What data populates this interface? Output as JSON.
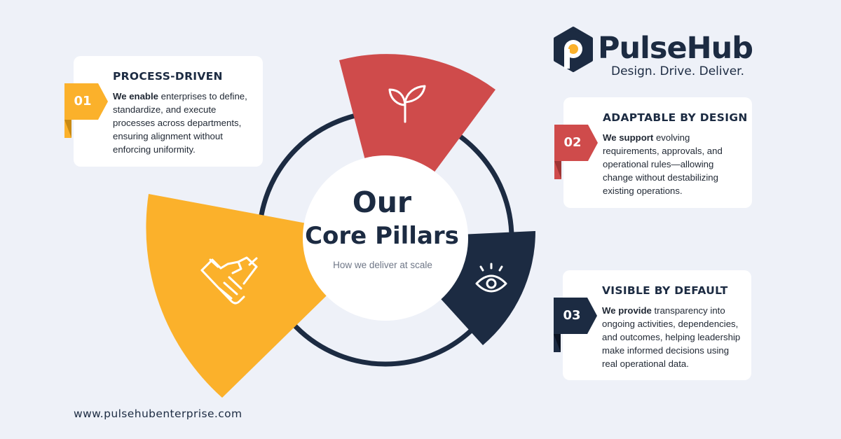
{
  "brand": {
    "name": "PulseHub",
    "tagline": "Design. Drive. Deliver.",
    "website": "www.pulsehubenterprise.com"
  },
  "center": {
    "title_line1": "Our",
    "title_line2": "Core Pillars",
    "subtitle": "How we deliver at scale"
  },
  "pillars": [
    {
      "number": "01",
      "title": "PROCESS-DRIVEN",
      "lead": "We enable",
      "body": " enterprises to define, standardize, and execute processes across departments, ensuring alignment without enforcing uniformity.",
      "color": "#fbb12b",
      "icon": "handshake-icon"
    },
    {
      "number": "02",
      "title": "ADAPTABLE BY DESIGN",
      "lead": "We support",
      "body": " evolving requirements, approvals, and operational rules—allowing change without destabilizing existing operations.",
      "color": "#cf4b4b",
      "icon": "sprout-icon"
    },
    {
      "number": "03",
      "title": "VISIBLE BY DEFAULT",
      "lead": "We provide",
      "body": " transparency into ongoing activities, dependencies, and outcomes, helping leadership make informed decisions using real operational data.",
      "color": "#1c2b42",
      "icon": "eye-icon"
    }
  ],
  "colors": {
    "background": "#eef1f8",
    "navy": "#1c2b42",
    "red": "#cf4b4b",
    "yellow": "#fbb12b",
    "white": "#ffffff"
  }
}
